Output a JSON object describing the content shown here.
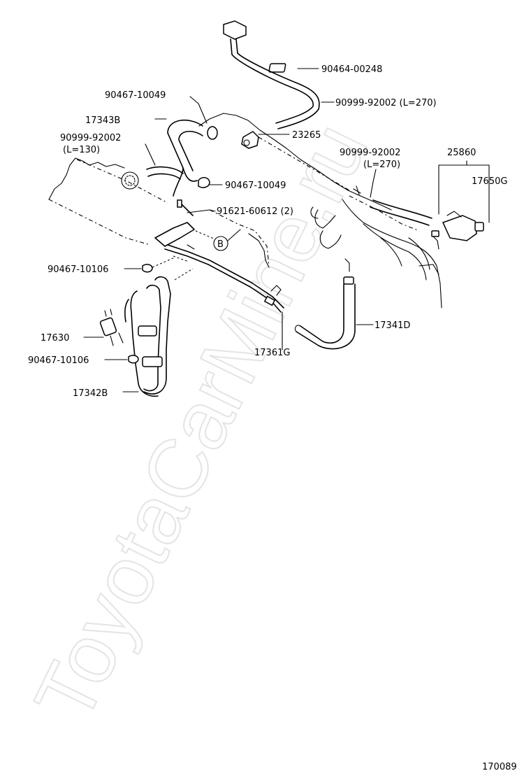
{
  "watermark": "ToyotaCarMine.ru",
  "diagram_number": "170089",
  "ref_marker": "B",
  "labels": {
    "p90464_00248": "90464-00248",
    "p90999_92002_top": "90999-92002 (L=270)",
    "p90467_10049_top": "90467-10049",
    "p17343B": "17343B",
    "p23265": "23265",
    "p90999_92002_left_a": "90999-92002",
    "p90999_92002_left_b": "(L=130)",
    "p90999_92002_right_a": "90999-92002",
    "p90999_92002_right_b": "(L=270)",
    "p25860": "25860",
    "p17650G": "17650G",
    "p90467_10049_mid": "90467-10049",
    "p91621_60612": "91621-60612 (2)",
    "p90467_10106_a": "90467-10106",
    "p17341D": "17341D",
    "p17630": "17630",
    "p17361G": "17361G",
    "p90467_10106_b": "90467-10106",
    "p17342B": "17342B"
  }
}
